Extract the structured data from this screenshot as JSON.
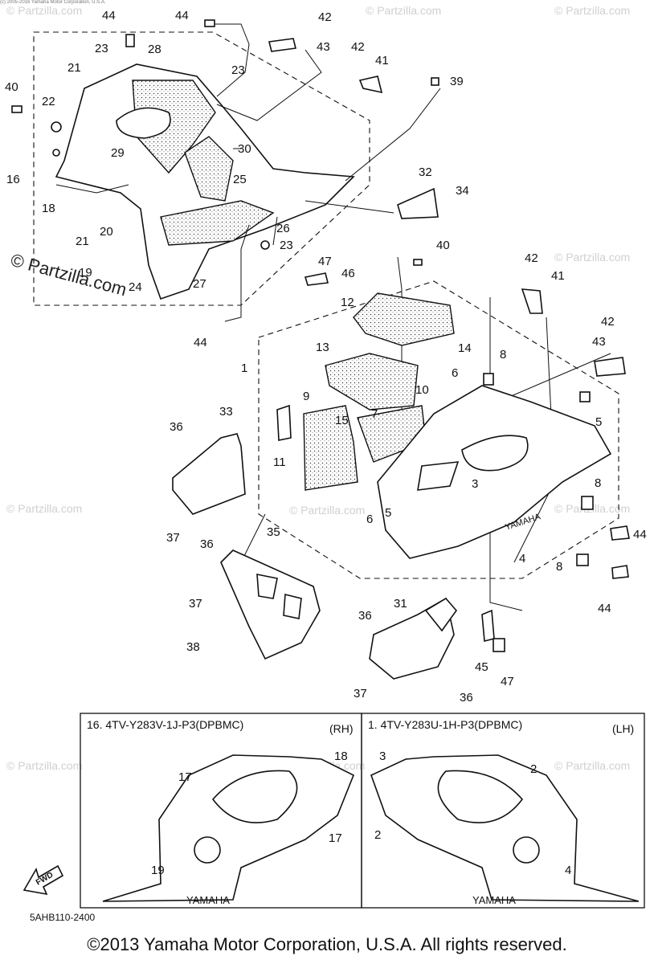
{
  "watermark_text": "© Partzilla.com",
  "diagram_code": "5AHB110-2400",
  "copyright": "©2013 Yamaha Motor Corporation, U.S.A. All rights reserved.",
  "small_copyright": "(c) 2005-2016 Yamaha Motor Corporation, U.S.A.",
  "panel_left": {
    "title": "16. 4TV-Y283V-1J-P3(DPBMC)",
    "side": "(RH)",
    "brand_text": "YAMAHA",
    "callouts": [
      "18",
      "17",
      "17",
      "19"
    ]
  },
  "panel_right": {
    "title": "1. 4TV-Y283U-1H-P3(DPBMC)",
    "side": "(LH)",
    "brand_text": "YAMAHA",
    "callouts": [
      "3",
      "2",
      "2",
      "4"
    ]
  },
  "fwd_label": "FWD",
  "callouts": [
    "44",
    "44",
    "42",
    "43",
    "23",
    "28",
    "23",
    "42",
    "41",
    "39",
    "21",
    "40",
    "22",
    "30",
    "16",
    "29",
    "18",
    "25",
    "32",
    "34",
    "21",
    "20",
    "26",
    "23",
    "40",
    "19",
    "24",
    "27",
    "47",
    "46",
    "42",
    "41",
    "44",
    "12",
    "42",
    "14",
    "43",
    "13",
    "1",
    "8",
    "6",
    "9",
    "10",
    "15",
    "7",
    "5",
    "11",
    "3",
    "33",
    "36",
    "37",
    "36",
    "35",
    "6",
    "5",
    "4",
    "8",
    "44",
    "8",
    "44",
    "37",
    "38",
    "31",
    "36",
    "45",
    "47",
    "37",
    "36",
    "2"
  ]
}
